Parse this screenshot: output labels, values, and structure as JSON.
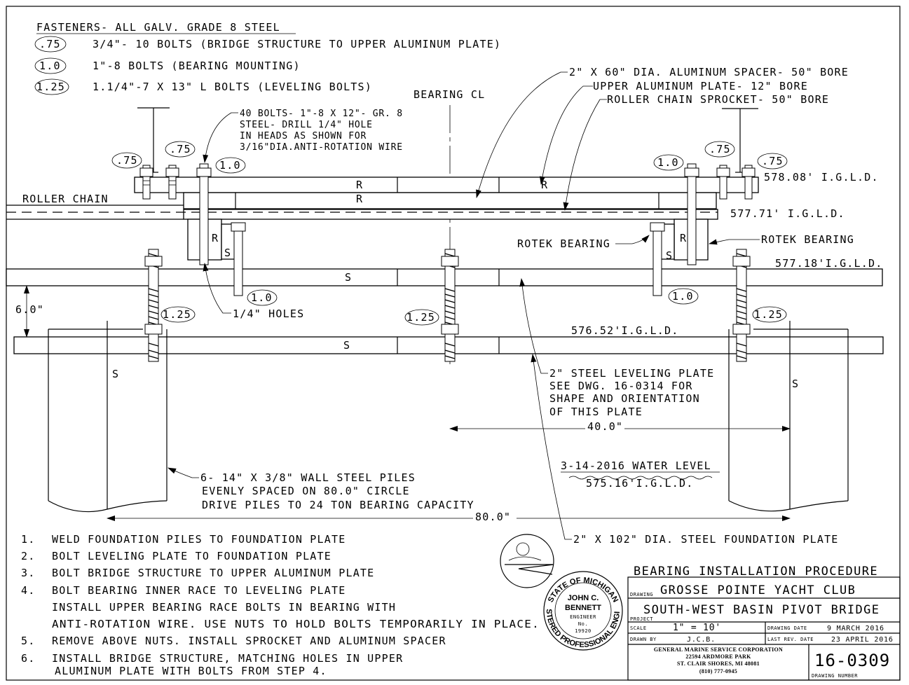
{
  "fasteners": {
    "heading": "FASTENERS- ALL GALV. GRADE 8 STEEL",
    "items": [
      {
        "tag": ".75",
        "text": "3/4\"- 10 BOLTS (BRIDGE STRUCTURE TO UPPER ALUMINUM PLATE)"
      },
      {
        "tag": "1.0",
        "text": "1\"-8 BOLTS (BEARING MOUNTING)"
      },
      {
        "tag": "1.25",
        "text": "1.1/4\"-7 X 13\" L BOLTS (LEVELING BOLTS)"
      }
    ]
  },
  "labels": {
    "spacer": "2\" X 60\" DIA. ALUMINUM SPACER- 50\" BORE",
    "upper_plate": "UPPER ALUMINUM PLATE- 12\" BORE",
    "sprocket": "ROLLER CHAIN SPROCKET- 50\" BORE",
    "bearing_cl": "BEARING CL",
    "bolts_note": [
      "40 BOLTS- 1\"-8 X 12\"- GR. 8",
      "STEEL- DRILL 1/4\" HOLE",
      "IN HEADS AS SHOWN FOR",
      "3/16\"DIA.ANTI-ROTATION WIRE"
    ],
    "roller_chain": "ROLLER CHAIN",
    "elev_1": "578.08' I.G.L.D.",
    "elev_2": "577.71' I.G.L.D.",
    "elev_3": "577.18'I.G.L.D.",
    "elev_4": "576.52'I.G.L.D.",
    "rotek_left": "ROTEK BEARING",
    "rotek_right": "ROTEK BEARING",
    "holes": "1/4\" HOLES",
    "dim_6": "6.0\"",
    "dim_40": "40.0\"",
    "dim_80": "80.0\"",
    "leveling_plate": [
      "2\" STEEL LEVELING PLATE",
      "SEE DWG. 16-0314 FOR",
      "SHAPE AND ORIENTATION",
      "OF THIS PLATE"
    ],
    "water_level_date": "3-14-2016 WATER LEVEL",
    "water_level_elev": "575.16'I.G.L.D.",
    "piles": [
      "6- 14\" X 3/8\" WALL STEEL PILES",
      "EVENLY SPACED ON 80.0\" CIRCLE",
      "DRIVE PILES TO 24 TON BEARING CAPACITY"
    ],
    "foundation_plate": "2\" X 102\" DIA. STEEL FOUNDATION PLATE",
    "mark_R": "R",
    "mark_S": "S"
  },
  "steps": [
    {
      "num": "1.",
      "lines": [
        "WELD FOUNDATION PILES TO FOUNDATION PLATE"
      ]
    },
    {
      "num": "2.",
      "lines": [
        "BOLT LEVELING PLATE TO FOUNDATION PLATE"
      ]
    },
    {
      "num": "3.",
      "lines": [
        "BOLT BRIDGE STRUCTURE TO UPPER ALUMINUM PLATE"
      ]
    },
    {
      "num": "4.",
      "lines": [
        "BOLT BEARING INNER RACE TO LEVELING PLATE",
        "INSTALL UPPER BEARING RACE BOLTS IN BEARING WITH",
        "ANTI-ROTATION WIRE.  USE NUTS TO HOLD BOLTS TEMPORARILY IN PLACE."
      ]
    },
    {
      "num": "5.",
      "lines": [
        "REMOVE ABOVE NUTS.  INSTALL SPROCKET AND ALUMINUM SPACER"
      ]
    },
    {
      "num": "6.",
      "lines": [
        "INSTALL BRIDGE STRUCTURE, MATCHING HOLES IN UPPER",
        "ALUMINUM PLATE WITH BOLTS FROM STEP 4."
      ]
    }
  ],
  "title_block": {
    "heading": "BEARING INSTALLATION PROCEDURE",
    "drawing_label": "DRAWING",
    "drawing": "GROSSE POINTE YACHT CLUB",
    "project": "SOUTH-WEST BASIN PIVOT BRIDGE",
    "project_label": "PROJECT",
    "scale_label": "SCALE",
    "scale": "1\" = 10'",
    "drawing_date_label": "DRAWING DATE",
    "drawing_date": "9 MARCH 2016",
    "drawn_by_label": "DRAWN BY",
    "drawn_by": "J.C.B.",
    "last_rev_label": "LAST REV. DATE",
    "last_rev": "23 APRIL 2016",
    "company": [
      "GENERAL MARINE SERVICE CORPORATION",
      "22594 ARDMORE PARK",
      "ST. CLAIR SHORES, MI 48081",
      "(810)  777-0945"
    ],
    "drawing_number": "16-0309",
    "drawing_number_label": "DRAWING NUMBER"
  },
  "stamp": {
    "top": "STATE OF MICHIGAN",
    "name1": "JOHN C.",
    "name2": "BENNETT",
    "role": "ENGINEER",
    "no": "No.",
    "number": "19920",
    "bottom": "REGISTERED PROFESSIONAL ENGINEER"
  }
}
